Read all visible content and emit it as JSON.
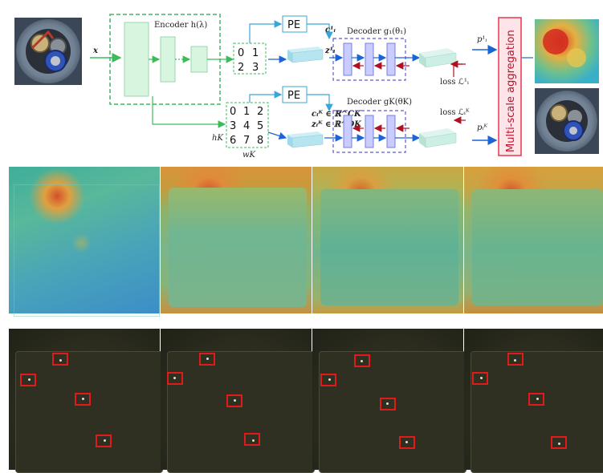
{
  "diagram": {
    "input_var": "x",
    "encoder_label": "Encoder h(λ)",
    "pe_label": "PE",
    "patch_grid_1": [
      "0",
      "1",
      "2",
      "3"
    ],
    "patch_grid_k": [
      "0",
      "1",
      "2",
      "3",
      "4",
      "5",
      "6",
      "7",
      "8"
    ],
    "hk_label": "hK",
    "wk_label": "wK",
    "c1_label": "c¹ᵢ",
    "z1_label": "z¹ᵢ",
    "ck_label": "cᵢᴷ ∈ ℝ^CK",
    "zk_label": "zᵢᴷ ∈ ℝ^DK",
    "decoder1_label": "Decoder g₁(θ₁)",
    "decoderk_label": "Decoder gK(θK)",
    "loss1_label": "loss ℒ¹ᵢ",
    "lossk_label": "loss ℒᵢᴷ",
    "p1_label": "p¹ᵢ",
    "pk_label": "pᵢᴷ",
    "aggregation_label": "Multi-scale aggregation"
  },
  "colors": {
    "encoder_green": "#3dbb5a",
    "flow_blue": "#1a64d6",
    "loss_red": "#b01020",
    "decoder_fill": "#c8ccff",
    "aggregation_border": "#e8364e",
    "defect_box": "#e11a1a"
  },
  "heatmap_row": {
    "tiles": [
      "heatmap-scale-1",
      "heatmap-scale-2",
      "heatmap-scale-3",
      "heatmap-aggregated"
    ]
  },
  "detection_row": {
    "tiles": [
      "detection-scale-1",
      "detection-scale-2",
      "detection-scale-3",
      "detection-aggregated"
    ]
  }
}
